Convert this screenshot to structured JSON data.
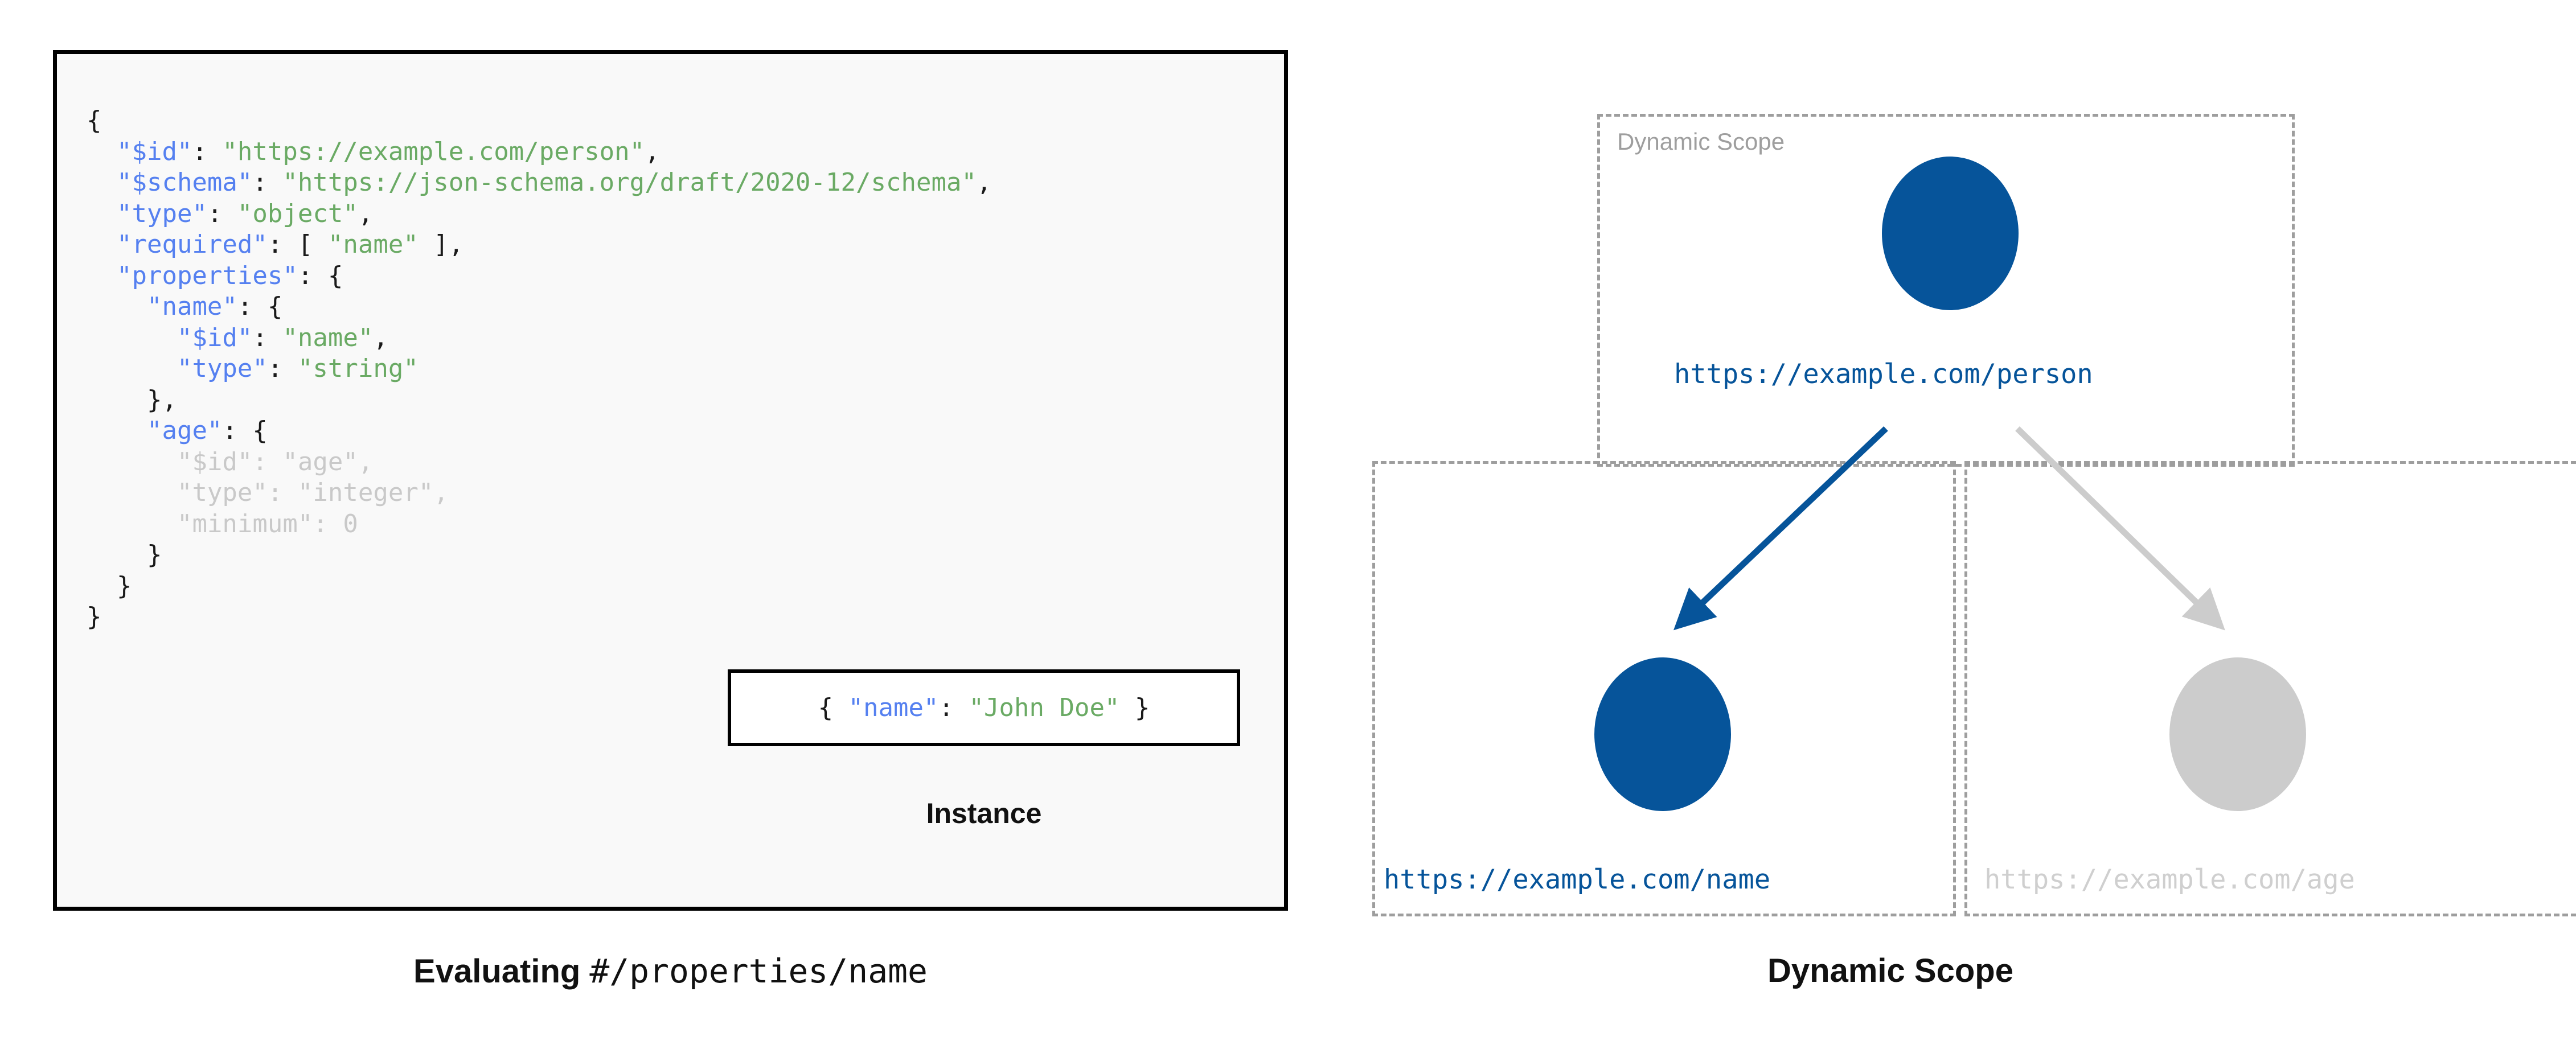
{
  "schema_panel": {
    "lines": [
      {
        "indent": 0,
        "parts": [
          {
            "t": "{",
            "c": "punct"
          }
        ]
      },
      {
        "indent": 1,
        "parts": [
          {
            "t": "\"$id\"",
            "c": "key"
          },
          {
            "t": ": ",
            "c": "punct"
          },
          {
            "t": "\"https://example.com/person\"",
            "c": "str"
          },
          {
            "t": ",",
            "c": "punct"
          }
        ]
      },
      {
        "indent": 1,
        "parts": [
          {
            "t": "\"$schema\"",
            "c": "key"
          },
          {
            "t": ": ",
            "c": "punct"
          },
          {
            "t": "\"https://json-schema.org/draft/2020-12/schema\"",
            "c": "str"
          },
          {
            "t": ",",
            "c": "punct"
          }
        ]
      },
      {
        "indent": 1,
        "parts": [
          {
            "t": "\"type\"",
            "c": "key"
          },
          {
            "t": ": ",
            "c": "punct"
          },
          {
            "t": "\"object\"",
            "c": "str"
          },
          {
            "t": ",",
            "c": "punct"
          }
        ]
      },
      {
        "indent": 1,
        "parts": [
          {
            "t": "\"required\"",
            "c": "key"
          },
          {
            "t": ": [ ",
            "c": "punct"
          },
          {
            "t": "\"name\"",
            "c": "str"
          },
          {
            "t": " ],",
            "c": "punct"
          }
        ]
      },
      {
        "indent": 1,
        "parts": [
          {
            "t": "\"properties\"",
            "c": "key"
          },
          {
            "t": ": {",
            "c": "punct"
          }
        ]
      },
      {
        "indent": 2,
        "parts": [
          {
            "t": "\"name\"",
            "c": "key"
          },
          {
            "t": ": {",
            "c": "punct"
          }
        ]
      },
      {
        "indent": 3,
        "parts": [
          {
            "t": "\"$id\"",
            "c": "key"
          },
          {
            "t": ": ",
            "c": "punct"
          },
          {
            "t": "\"name\"",
            "c": "str"
          },
          {
            "t": ",",
            "c": "punct"
          }
        ]
      },
      {
        "indent": 3,
        "parts": [
          {
            "t": "\"type\"",
            "c": "key"
          },
          {
            "t": ": ",
            "c": "punct"
          },
          {
            "t": "\"string\"",
            "c": "str"
          }
        ]
      },
      {
        "indent": 2,
        "parts": [
          {
            "t": "},",
            "c": "punct"
          }
        ]
      },
      {
        "indent": 2,
        "parts": [
          {
            "t": "\"age\"",
            "c": "key"
          },
          {
            "t": ": {",
            "c": "punct"
          }
        ]
      },
      {
        "indent": 3,
        "dim": true,
        "parts": [
          {
            "t": "\"$id\"",
            "c": "key"
          },
          {
            "t": ": ",
            "c": "punct"
          },
          {
            "t": "\"age\"",
            "c": "str"
          },
          {
            "t": ",",
            "c": "punct"
          }
        ]
      },
      {
        "indent": 3,
        "dim": true,
        "parts": [
          {
            "t": "\"type\"",
            "c": "key"
          },
          {
            "t": ": ",
            "c": "punct"
          },
          {
            "t": "\"integer\"",
            "c": "str"
          },
          {
            "t": ",",
            "c": "punct"
          }
        ]
      },
      {
        "indent": 3,
        "dim": true,
        "parts": [
          {
            "t": "\"minimum\"",
            "c": "key"
          },
          {
            "t": ": ",
            "c": "punct"
          },
          {
            "t": "0",
            "c": "num"
          }
        ]
      },
      {
        "indent": 2,
        "parts": [
          {
            "t": "}",
            "c": "punct"
          }
        ]
      },
      {
        "indent": 1,
        "parts": [
          {
            "t": "}",
            "c": "punct"
          }
        ]
      },
      {
        "indent": 0,
        "parts": [
          {
            "t": "}",
            "c": "punct"
          }
        ]
      }
    ]
  },
  "instance": {
    "code_parts": [
      {
        "t": "{ ",
        "c": "punct"
      },
      {
        "t": "\"name\"",
        "c": "key"
      },
      {
        "t": ": ",
        "c": "punct"
      },
      {
        "t": "\"John Doe\"",
        "c": "str"
      },
      {
        "t": " }",
        "c": "punct"
      }
    ],
    "caption": "Instance"
  },
  "left_caption": {
    "bold_text": "Evaluating",
    "mono_text": "#/properties/name"
  },
  "diagram": {
    "scope_label": "Dynamic Scope",
    "caption": "Dynamic Scope",
    "nodes": [
      {
        "id": "person",
        "label": "https://example.com/person",
        "state": "active"
      },
      {
        "id": "name",
        "label": "https://example.com/name",
        "state": "active"
      },
      {
        "id": "age",
        "label": "https://example.com/age",
        "state": "inactive"
      }
    ],
    "edges": [
      {
        "from": "person",
        "to": "name",
        "state": "active"
      },
      {
        "from": "person",
        "to": "age",
        "state": "inactive"
      }
    ]
  },
  "colors": {
    "accent_blue": "#06549a",
    "muted_grey": "#cccccc",
    "scope_border": "#9e9e9e",
    "code_key": "#5580f0",
    "code_string": "#6aaa64",
    "code_dim": "#c9c9c9",
    "panel_bg": "#f9f9f9",
    "panel_border": "#000000"
  }
}
